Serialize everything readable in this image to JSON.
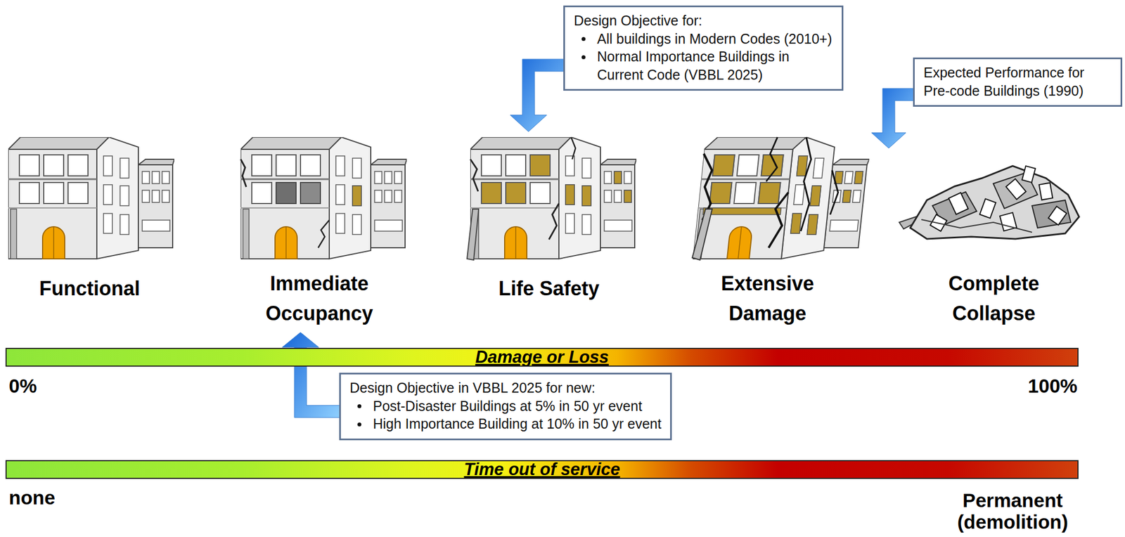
{
  "diagram": {
    "nodes": [
      {
        "text": [
          "Design Objective for:",
          "All buildings in Modern Codes (2010+)",
          "Normal Importance Buildings in Current Code (VBBL 2025)"
        ]
      },
      {
        "text": [
          "Expected Performance for Pre-code Buildings (1990)"
        ]
      },
      {
        "text": [
          "Damage or Loss"
        ]
      },
      {
        "text": [
          "Design Objective in VBBL 2025 for new:",
          "Post-Disaster Buildings at 5% in 50 yr event",
          "High Importance Building at 10% in 50 yr event"
        ]
      },
      {
        "text": [
          "Time out of service"
        ]
      }
    ],
    "labels": [
      "Functional",
      "Immediate Occupancy",
      "Life Safety",
      "Extensive Damage",
      "Complete Collapse",
      "0%",
      "100%",
      "none",
      "Permanent (demolition)"
    ]
  }
}
